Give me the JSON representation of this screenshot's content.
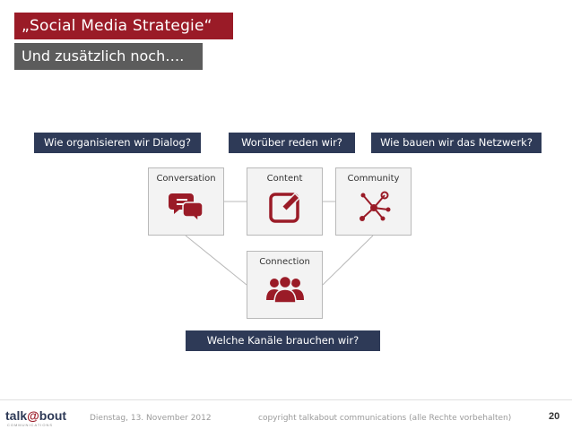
{
  "header": {
    "title": "„Social Media Strategie“",
    "subtitle": "Und zusätzlich noch…."
  },
  "questions": {
    "dialog": "Wie organisieren wir Dialog?",
    "topics": "Worüber reden wir?",
    "network": "Wie bauen wir das Netzwerk?",
    "channels": "Welche Kanäle brauchen wir?"
  },
  "boxes": {
    "conversation": {
      "label": "Conversation",
      "icon": "speech-bubbles-icon"
    },
    "content": {
      "label": "Content",
      "icon": "edit-pencil-icon"
    },
    "community": {
      "label": "Community",
      "icon": "network-nodes-icon"
    },
    "connection": {
      "label": "Connection",
      "icon": "people-group-icon"
    }
  },
  "colors": {
    "accent": "#9a1b27",
    "question_bg": "#2e3a57",
    "subtitle_bg": "#5c5c5c"
  },
  "footer": {
    "logo_main": "talk",
    "logo_at": "@",
    "logo_end": "bout",
    "logo_sub": "COMMUNICATIONS",
    "date": "Dienstag, 13. November 2012",
    "copyright": "copyright talkabout communications (alle Rechte vorbehalten)",
    "page": "20"
  }
}
